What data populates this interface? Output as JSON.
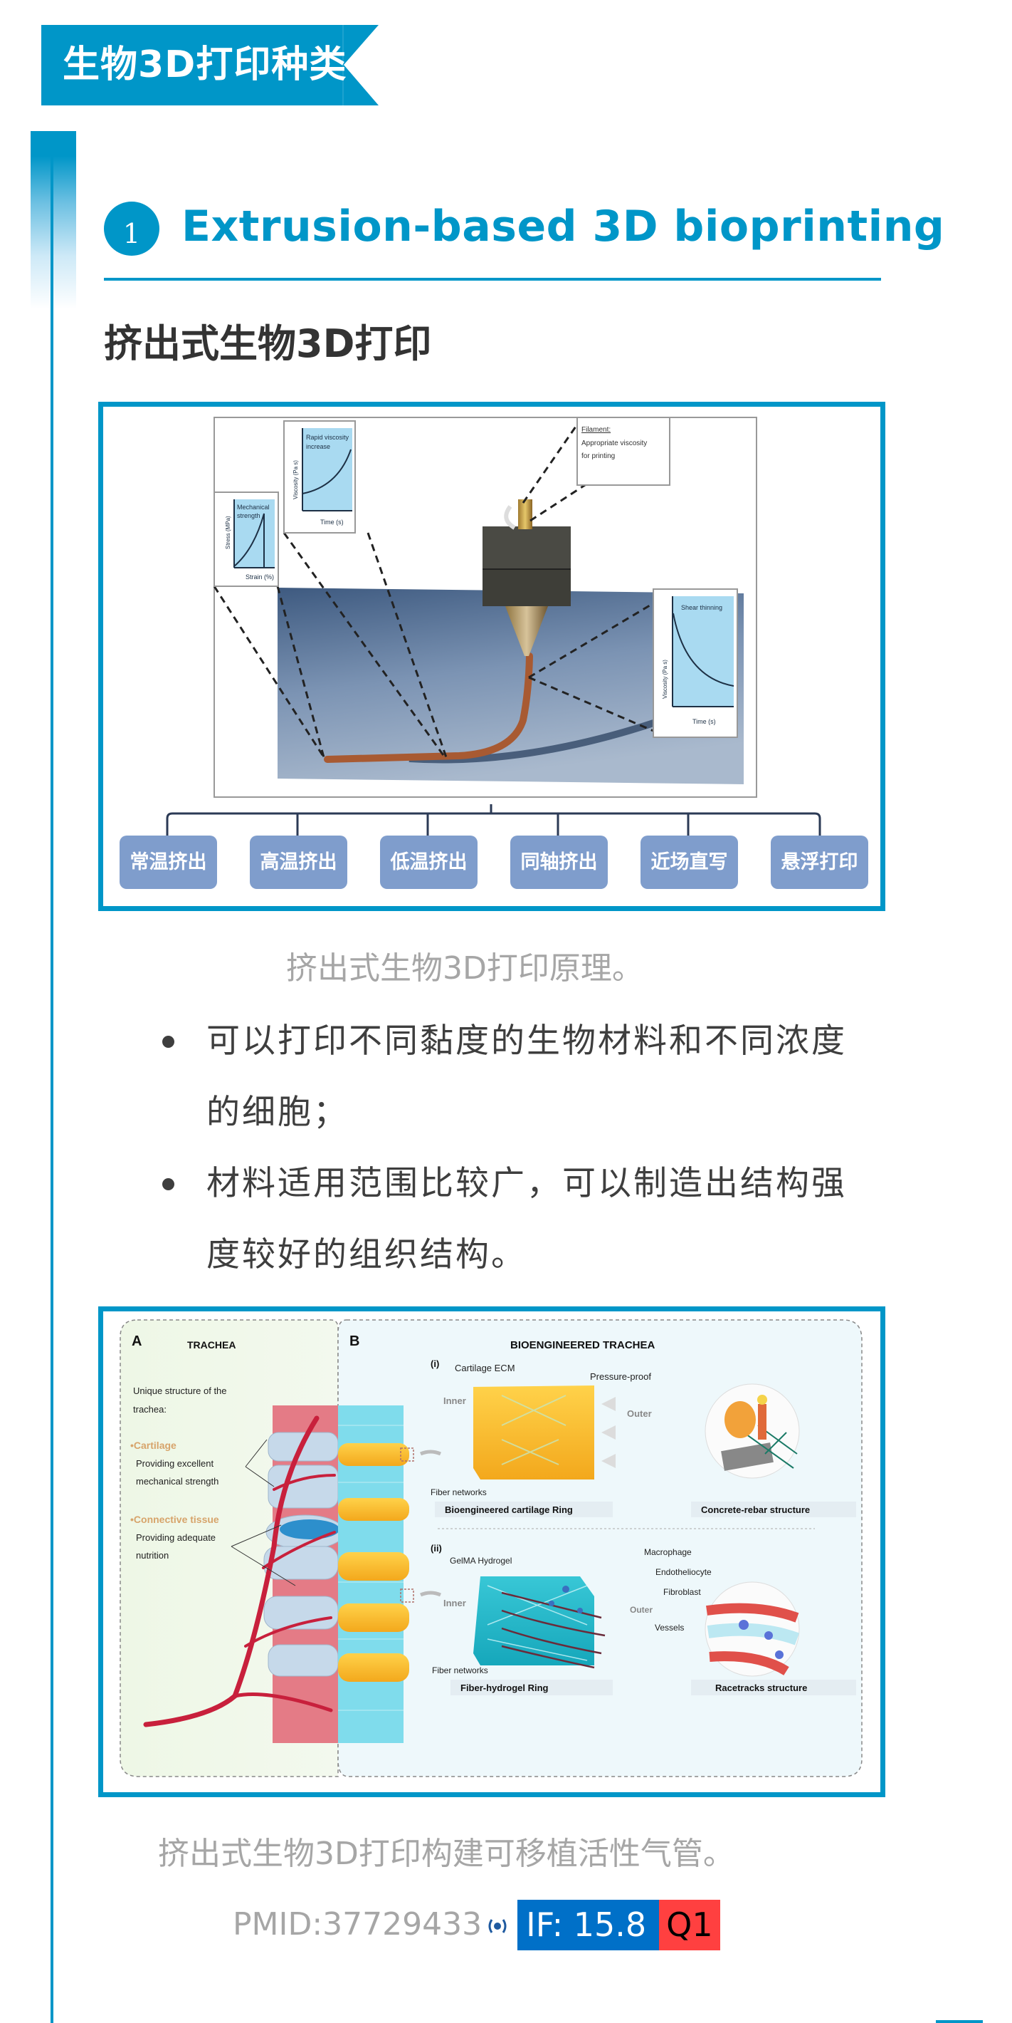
{
  "banner": {
    "title": "生物3D打印种类",
    "color": "#0096c8"
  },
  "section": {
    "number": "1",
    "title": "Extrusion-based 3D bioprinting",
    "subtitle": "挤出式生物3D打印"
  },
  "figure1": {
    "charts": {
      "mechanical": {
        "label_line1": "Mechanical",
        "label_line2": "strength",
        "ylabel": "Stress (MPa)",
        "xlabel": "Strain (%)"
      },
      "rapid": {
        "label_line1": "Rapid viscosity",
        "label_line2": "increase",
        "ylabel": "Viscosity (Pa s)",
        "xlabel": "Time (s)"
      },
      "shear": {
        "label_line1": "Shear thinning",
        "ylabel": "Viscosity (Pa s)",
        "xlabel": "Time (s)"
      }
    },
    "filament_note": {
      "title": "Filament:",
      "line1": "Appropriate viscosity",
      "line2": "for printing"
    },
    "categories": [
      "常温挤出",
      "高温挤出",
      "低温挤出",
      "同轴挤出",
      "近场直写",
      "悬浮打印"
    ],
    "caption": "挤出式生物3D打印原理。"
  },
  "bullets": [
    {
      "line1": "可以打印不同黏度的生物材料和不同浓度",
      "line2": "的细胞；"
    },
    {
      "line1": "材料适用范围比较广，可以制造出结构强",
      "line2": "度较好的组织结构。"
    }
  ],
  "figure2": {
    "panelA": {
      "letter": "A",
      "title": "TRACHEA",
      "intro_line1": "Unique structure of the",
      "intro_line2": "trachea:",
      "cartilage": "•Cartilage",
      "cartilage_desc1": "Providing excellent",
      "cartilage_desc2": "mechanical strength",
      "connective": "•Connective tissue",
      "connective_desc1": "Providing adequate",
      "connective_desc2": "nutrition"
    },
    "panelB": {
      "letter": "B",
      "title": "BIOENGINEERED TRACHEA",
      "i": {
        "marker": "(i)",
        "ecm": "Cartilage ECM",
        "pressure": "Pressure-proof",
        "inner": "Inner",
        "outer": "Outer",
        "fiber": "Fiber networks",
        "ring": "Bioengineered cartilage Ring",
        "analogy": "Concrete-rebar structure"
      },
      "ii": {
        "marker": "(ii)",
        "gel": "GelMA Hydrogel",
        "macrophage": "Macrophage",
        "endo": "Endotheliocyte",
        "fibro": "Fibroblast",
        "inner": "Inner",
        "outer": "Outer",
        "vessels": "Vessels",
        "fiber": "Fiber networks",
        "ring": "Fiber-hydrogel Ring",
        "analogy": "Racetracks structure"
      }
    },
    "caption": "挤出式生物3D打印构建可移植活性气管。"
  },
  "citation": {
    "pmid": "PMID:37729433",
    "impact_factor": "IF: 15.8",
    "quartile": "Q1",
    "if_color": "#0070c8",
    "quartile_color": "#ff4040"
  }
}
